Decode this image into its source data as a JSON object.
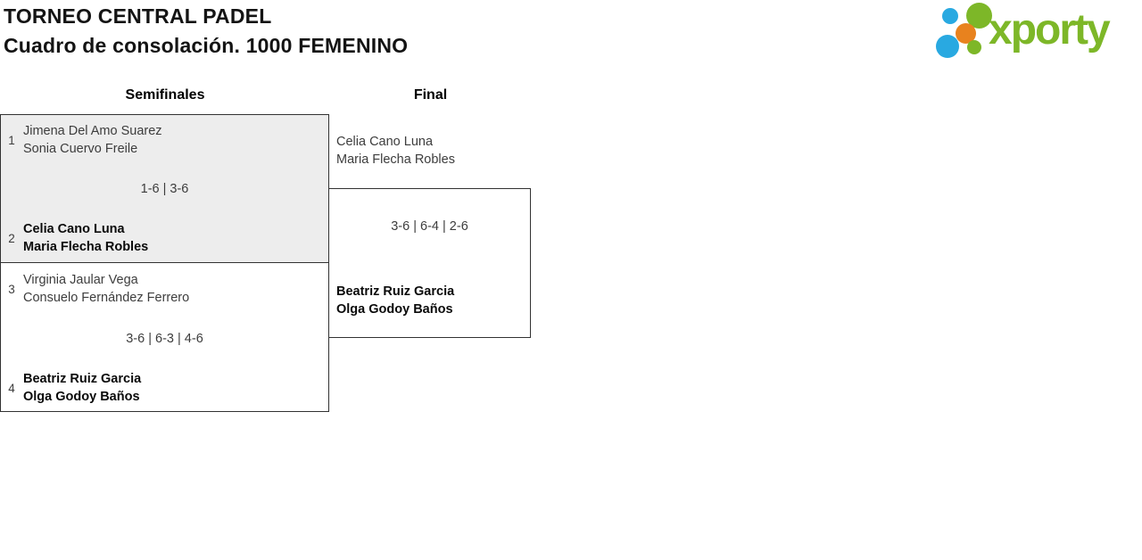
{
  "header": {
    "title_line1": "TORNEO CENTRAL PADEL",
    "title_line2": "Cuadro de consolación. 1000 FEMENINO",
    "logo_text": "xporty"
  },
  "bracket": {
    "rounds": [
      {
        "label": "Semifinales"
      },
      {
        "label": "Final"
      }
    ],
    "semifinal_matches": [
      {
        "seed_top": "1",
        "team_top": [
          "Jimena Del Amo Suarez",
          "Sonia Cuervo Freile"
        ],
        "score": "1-6 | 3-6",
        "seed_bottom": "2",
        "team_bottom": [
          "Celia Cano Luna",
          "Maria Flecha Robles"
        ],
        "winner": "bottom"
      },
      {
        "seed_top": "3",
        "team_top": [
          "Virginia Jaular Vega",
          "Consuelo Fernández Ferrero"
        ],
        "score": "3-6 | 6-3 | 4-6",
        "seed_bottom": "4",
        "team_bottom": [
          "Beatriz Ruiz Garcia",
          "Olga Godoy Baños"
        ],
        "winner": "bottom"
      }
    ],
    "final_match": {
      "team_top": [
        "Celia Cano Luna",
        "Maria Flecha Robles"
      ],
      "score": "3-6 | 6-4 | 2-6",
      "team_bottom": [
        "Beatriz Ruiz Garcia",
        "Olga Godoy Baños"
      ],
      "winner": "bottom"
    }
  },
  "colors": {
    "brand_green": "#7db728",
    "brand_blue": "#29a9e1",
    "brand_orange": "#e8821e",
    "box_fill_highlight": "#ededed",
    "box_border": "#323232",
    "text_primary": "#3d3d3d",
    "text_winner": "#0a0a0a"
  }
}
